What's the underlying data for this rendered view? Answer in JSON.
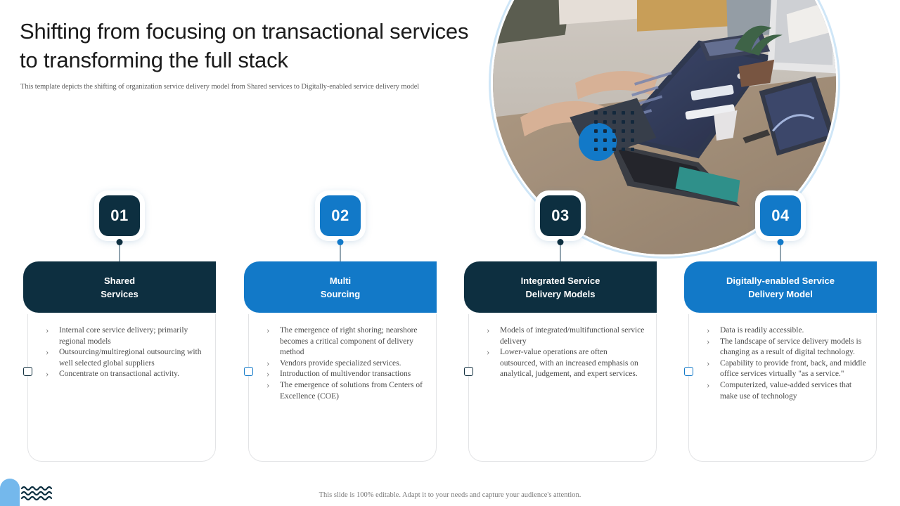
{
  "header": {
    "title": "Shifting from focusing on transactional services to transforming the full stack",
    "subtitle": "This template depicts the shifting of organization service delivery model from Shared services to  Digitally-enabled service delivery model"
  },
  "hero": {
    "image_alt": "team collaborating around table with laptops",
    "decor": {
      "dot_grid": "dot-grid-decoration",
      "blue_circle": "blue-circle-decoration"
    }
  },
  "colors": {
    "navy": "#0d2f40",
    "blue": "#1279c8",
    "light_blue": "#74b8ec",
    "ring": "#cfe6f7",
    "text": "#4b4b4b"
  },
  "cards": [
    {
      "number": "01",
      "title_line1": "Shared",
      "title_line2": "Services",
      "theme": "navy",
      "bullets": [
        "Internal core service delivery; primarily regional models",
        "Outsourcing/multiregional outsourcing with well selected global suppliers",
        "Concentrate on transactional activity."
      ]
    },
    {
      "number": "02",
      "title_line1": "Multi",
      "title_line2": "Sourcing",
      "theme": "blue",
      "bullets": [
        "The emergence of right shoring; nearshore becomes a critical component of delivery method",
        "Vendors provide specialized services.",
        "Introduction of multivendor transactions",
        "The emergence of solutions from Centers of Excellence (COE)"
      ]
    },
    {
      "number": "03",
      "title_line1": "Integrated Service",
      "title_line2": "Delivery Models",
      "theme": "navy",
      "bullets": [
        "Models of integrated/multifunctional service delivery",
        "Lower-value operations are often outsourced, with an increased emphasis on analytical, judgement, and expert services."
      ]
    },
    {
      "number": "04",
      "title_line1": "Digitally-enabled Service",
      "title_line2": "Delivery Model",
      "theme": "blue",
      "bullets": [
        "Data is readily accessible.",
        "The landscape of service delivery models is changing as a result of digital technology.",
        "Capability to provide front, back, and middle office services virtually \"as a service.\"",
        "Computerized, value-added services that make use of technology"
      ]
    }
  ],
  "footer": {
    "note": "This slide is 100% editable. Adapt it to your needs and capture your audience's attention.",
    "wave_icon": "wave-lines-icon",
    "shape": "rounded-pill-decoration"
  }
}
